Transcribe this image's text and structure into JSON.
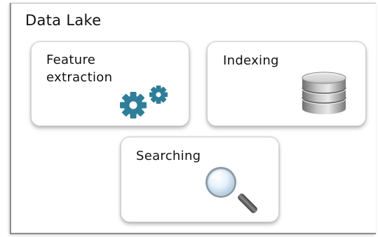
{
  "data_lake": {
    "title": "Data Lake",
    "cards": {
      "feature_extraction": {
        "label_line1": "Feature",
        "label_line2": "extraction",
        "icon": "gears-icon"
      },
      "indexing": {
        "label": "Indexing",
        "icon": "database-icon"
      },
      "searching": {
        "label": "Searching",
        "icon": "magnifier-icon"
      }
    }
  },
  "colors": {
    "gear": "#2f7e99",
    "database": "#9a9a9a",
    "lens_rim": "#8a9aa6",
    "handle": "#5c5c5c"
  }
}
